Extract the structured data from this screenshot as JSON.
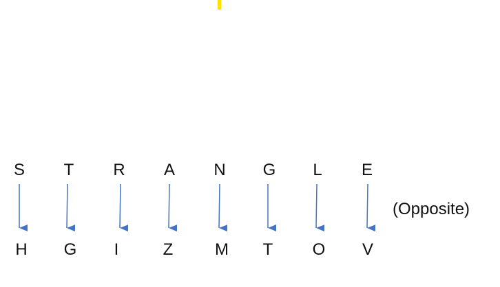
{
  "colors": {
    "arrow": "#4472c4",
    "accent_mark": "#ffe000",
    "text": "#111111"
  },
  "diagram": {
    "top_letters": [
      "S",
      "T",
      "R",
      "A",
      "N",
      "G",
      "L",
      "E"
    ],
    "bottom_letters": [
      "H",
      "G",
      "I",
      "Z",
      "M",
      "T",
      "O",
      "V"
    ],
    "relation_label": "(Opposite)"
  }
}
